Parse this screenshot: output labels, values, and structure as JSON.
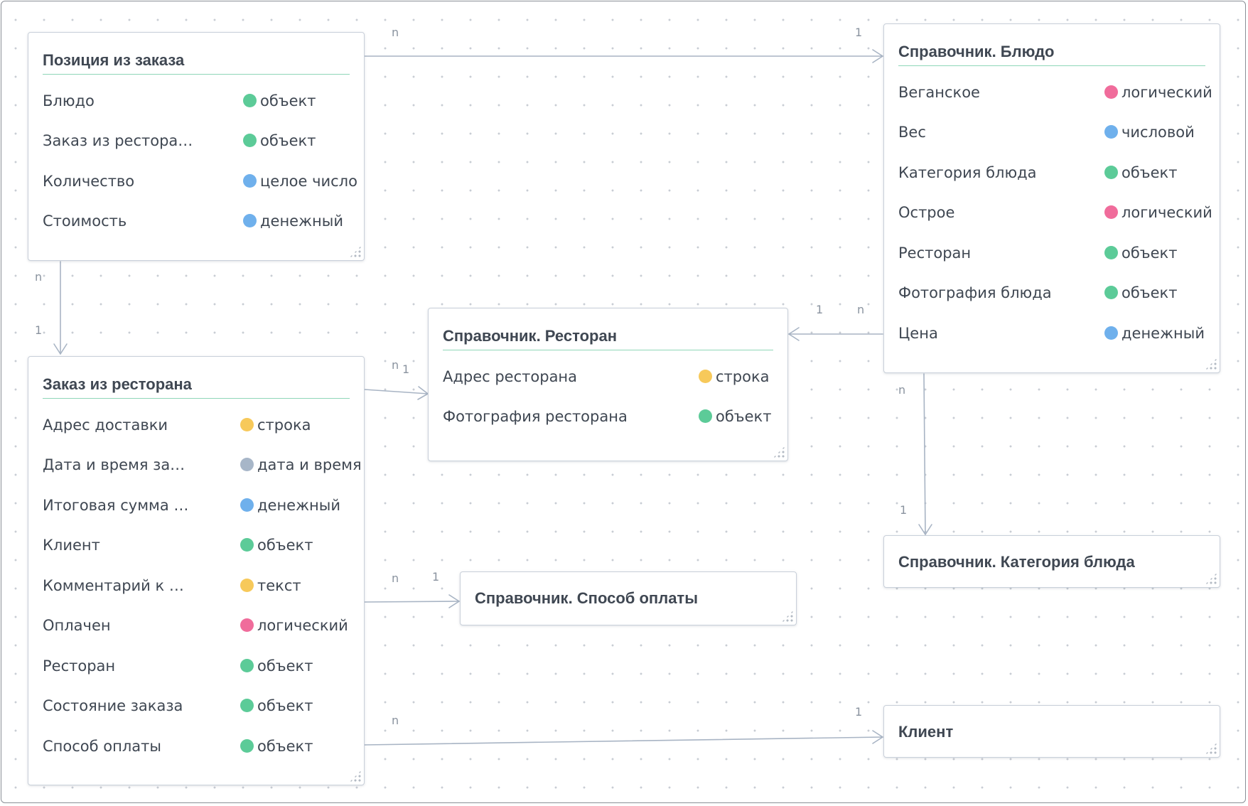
{
  "type_colors": {
    "object": "#5ccb98",
    "number": "#6fb0ec",
    "string": "#f7c95a",
    "datetime": "#a7b6c8",
    "boolean": "#f06c9b"
  },
  "entities": {
    "order_item": {
      "title": "Позиция из заказа",
      "fields": [
        {
          "name": "Блюдо",
          "type": "объект",
          "kind": "object"
        },
        {
          "name": "Заказ из рестора…",
          "type": "объект",
          "kind": "object"
        },
        {
          "name": "Количество",
          "type": "целое число",
          "kind": "number"
        },
        {
          "name": "Стоимость",
          "type": "денежный",
          "kind": "number"
        }
      ]
    },
    "dish": {
      "title": "Справочник. Блюдо",
      "fields": [
        {
          "name": "Веганское",
          "type": "логический",
          "kind": "boolean"
        },
        {
          "name": "Вес",
          "type": "числовой",
          "kind": "number"
        },
        {
          "name": "Категория блюда",
          "type": "объект",
          "kind": "object"
        },
        {
          "name": "Острое",
          "type": "логический",
          "kind": "boolean"
        },
        {
          "name": "Ресторан",
          "type": "объект",
          "kind": "object"
        },
        {
          "name": "Фотография блюда",
          "type": "объект",
          "kind": "object"
        },
        {
          "name": "Цена",
          "type": "денежный",
          "kind": "number"
        }
      ]
    },
    "restaurant": {
      "title": "Справочник. Ресторан",
      "fields": [
        {
          "name": "Адрес ресторана",
          "type": "строка",
          "kind": "string"
        },
        {
          "name": "Фотография ресторана",
          "type": "объект",
          "kind": "object"
        }
      ]
    },
    "restaurant_order": {
      "title": "Заказ из ресторана",
      "fields": [
        {
          "name": "Адрес доставки",
          "type": "строка",
          "kind": "string"
        },
        {
          "name": "Дата и время за…",
          "type": "дата и время",
          "kind": "datetime"
        },
        {
          "name": "Итоговая сумма …",
          "type": "денежный",
          "kind": "number"
        },
        {
          "name": "Клиент",
          "type": "объект",
          "kind": "object"
        },
        {
          "name": "Комментарий к …",
          "type": "текст",
          "kind": "string"
        },
        {
          "name": "Оплачен",
          "type": "логический",
          "kind": "boolean"
        },
        {
          "name": "Ресторан",
          "type": "объект",
          "kind": "object"
        },
        {
          "name": "Состояние заказа",
          "type": "объект",
          "kind": "object"
        },
        {
          "name": "Способ оплаты",
          "type": "объект",
          "kind": "object"
        }
      ]
    },
    "payment_method": {
      "title": "Справочник. Способ оплаты"
    },
    "dish_category": {
      "title": "Справочник. Категория блюда"
    },
    "client": {
      "title": "Клиент"
    }
  },
  "relations": [
    {
      "from": "order_item",
      "to": "dish",
      "from_card": "n",
      "to_card": "1"
    },
    {
      "from": "order_item",
      "to": "restaurant_order",
      "from_card": "n",
      "to_card": "1"
    },
    {
      "from": "restaurant_order",
      "to": "restaurant",
      "from_card": "n",
      "to_card": "1"
    },
    {
      "from": "dish",
      "to": "restaurant",
      "from_card": "n",
      "to_card": "1"
    },
    {
      "from": "dish",
      "to": "dish_category",
      "from_card": "n",
      "to_card": "1"
    },
    {
      "from": "restaurant_order",
      "to": "payment_method",
      "from_card": "n",
      "to_card": "1"
    },
    {
      "from": "restaurant_order",
      "to": "client",
      "from_card": "n",
      "to_card": "1"
    }
  ]
}
